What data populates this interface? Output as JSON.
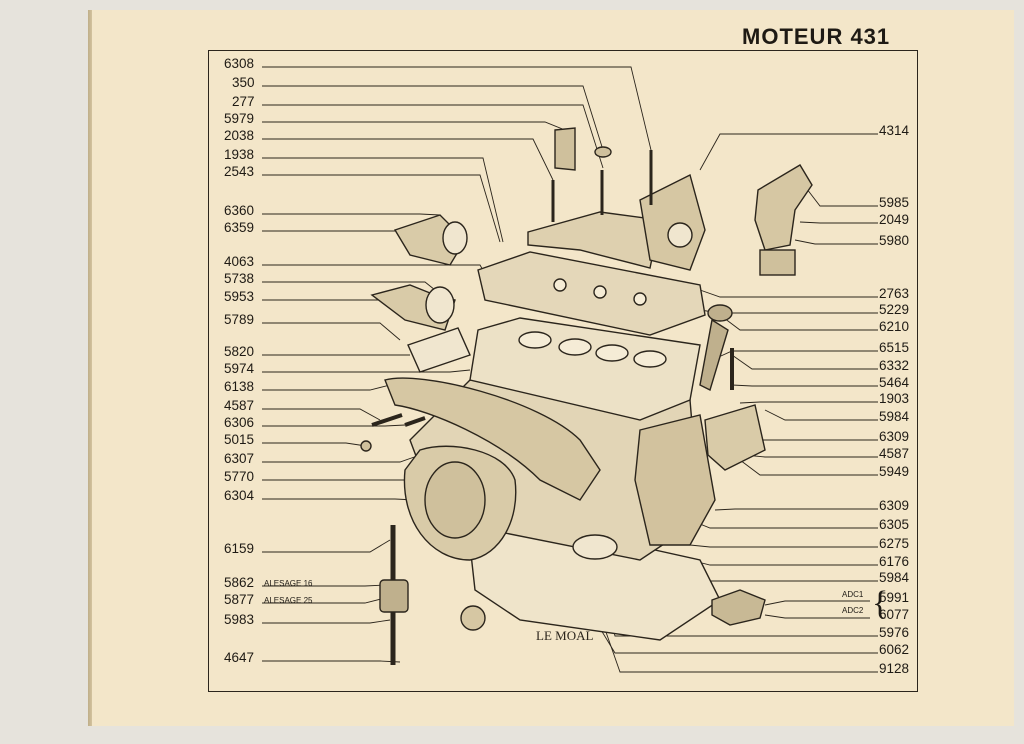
{
  "title": "MOTEUR 431",
  "left_labels": [
    "6308",
    "350",
    "277",
    "5979",
    "2038",
    "1938",
    "2543",
    "6360",
    "6359",
    "4063",
    "5738",
    "5953",
    "5789",
    "5820",
    "5974",
    "6138",
    "4587",
    "6306",
    "5015",
    "6307",
    "5770",
    "6304",
    "6159",
    "5862",
    "5877",
    "5983",
    "4647"
  ],
  "right_labels": [
    "4314",
    "5985",
    "2049",
    "5980",
    "2763",
    "5229",
    "6210",
    "6515",
    "6332",
    "5464",
    "1903",
    "5984",
    "6309",
    "4587",
    "5949",
    "6309",
    "6305",
    "6275",
    "6176",
    "5984",
    "5991",
    "6077",
    "5976",
    "6062",
    "9128"
  ],
  "annotations": {
    "alesage16": "ALESAGE 16",
    "alesage25": "ALESAGE 25",
    "adc1": "ADC1",
    "adc2": "ADC2"
  },
  "signature": "LE MOAL"
}
